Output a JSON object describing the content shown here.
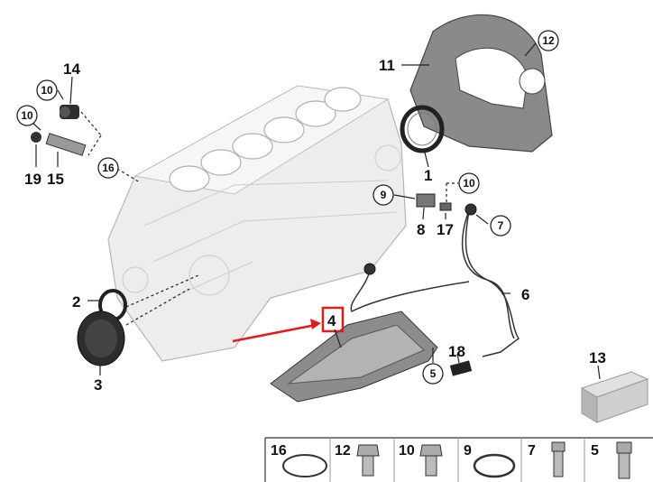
{
  "callouts": {
    "c1": "1",
    "c2": "2",
    "c3": "3",
    "c4": "4",
    "c5": "5",
    "c6": "6",
    "c7": "7",
    "c8": "8",
    "c9": "9",
    "c10a": "10",
    "c10b": "10",
    "c10c": "10",
    "c11": "11",
    "c12": "12",
    "c13": "13",
    "c14": "14",
    "c15": "15",
    "c16": "16",
    "c17": "17",
    "c18": "18",
    "c19": "19"
  },
  "legend": [
    "16",
    "12",
    "10",
    "9",
    "7",
    "5"
  ],
  "colors": {
    "highlight": "#e01b1b",
    "block": "#ececec",
    "dark_part": "#3a3a3a"
  }
}
